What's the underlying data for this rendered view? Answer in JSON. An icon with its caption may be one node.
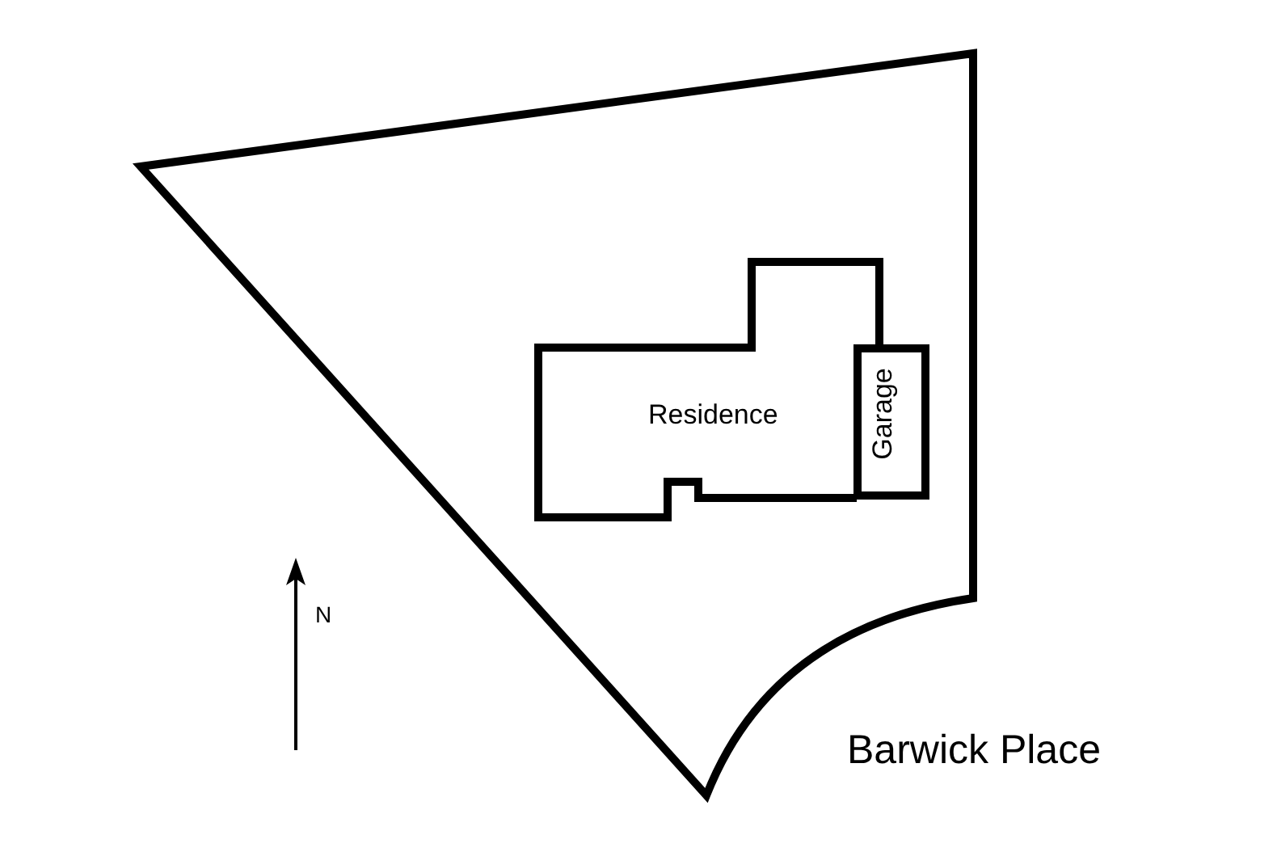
{
  "diagram": {
    "nodes": [
      {
        "text": [],
        "shape": "polygon"
      },
      {
        "text": [
          "Residence"
        ],
        "in": 0
      },
      {
        "text": [
          "Garage"
        ],
        "in": 0
      }
    ],
    "labels": [
      "N",
      "Barwick Place"
    ]
  }
}
